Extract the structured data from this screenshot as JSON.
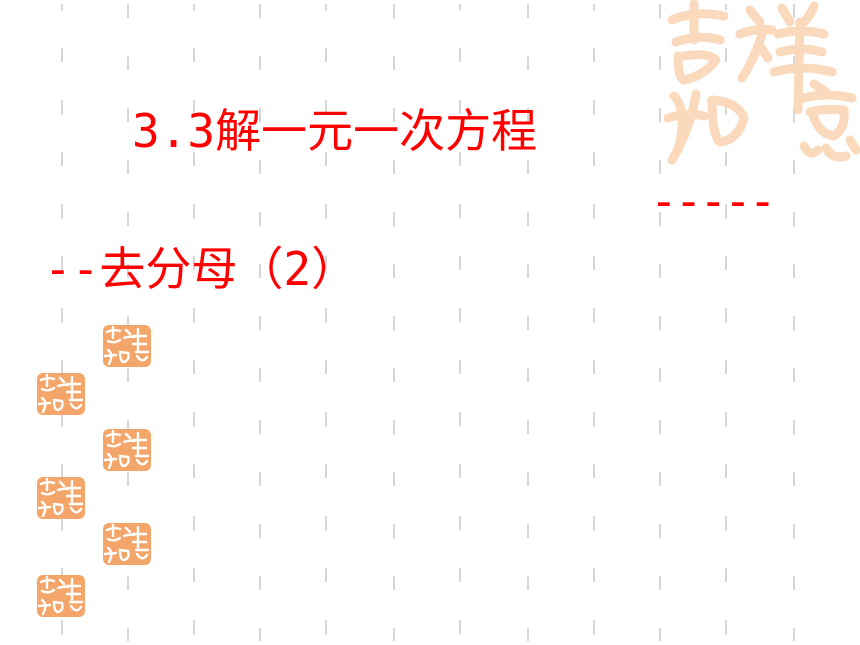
{
  "slide": {
    "title_line1": "3.3解一元一次方程",
    "title_line2": "-----",
    "title_line3": "--去分母（2）"
  },
  "colors": {
    "title": "#ff0000",
    "grid_dash": "#d6d6d6",
    "seal": "#f4a66a",
    "seal_light": "#fbd9bd"
  },
  "decor": {
    "large_seal": "auspicious-seal-watermark",
    "small_seals": "auspicious-seal-stamp"
  }
}
